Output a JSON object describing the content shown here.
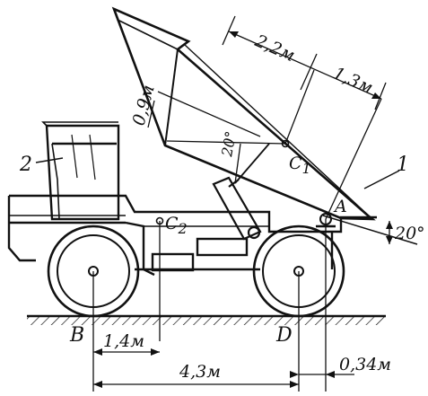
{
  "labels": {
    "body_number": "1",
    "cab_number": "2",
    "point_A": "A",
    "point_B": "B",
    "point_D": "D",
    "point_C1": "C",
    "point_C1_sub": "1",
    "point_C2": "C",
    "point_C2_sub": "2"
  },
  "dimensions": {
    "d_2_2": "2,2м",
    "d_1_3": "1,3м",
    "d_0_9": "0,9м",
    "d_1_4": "1,4м",
    "d_4_3": "4,3м",
    "d_0_34": "0,34м"
  },
  "angles": {
    "cylinder_angle": "20°",
    "tilt_angle": "20°"
  }
}
